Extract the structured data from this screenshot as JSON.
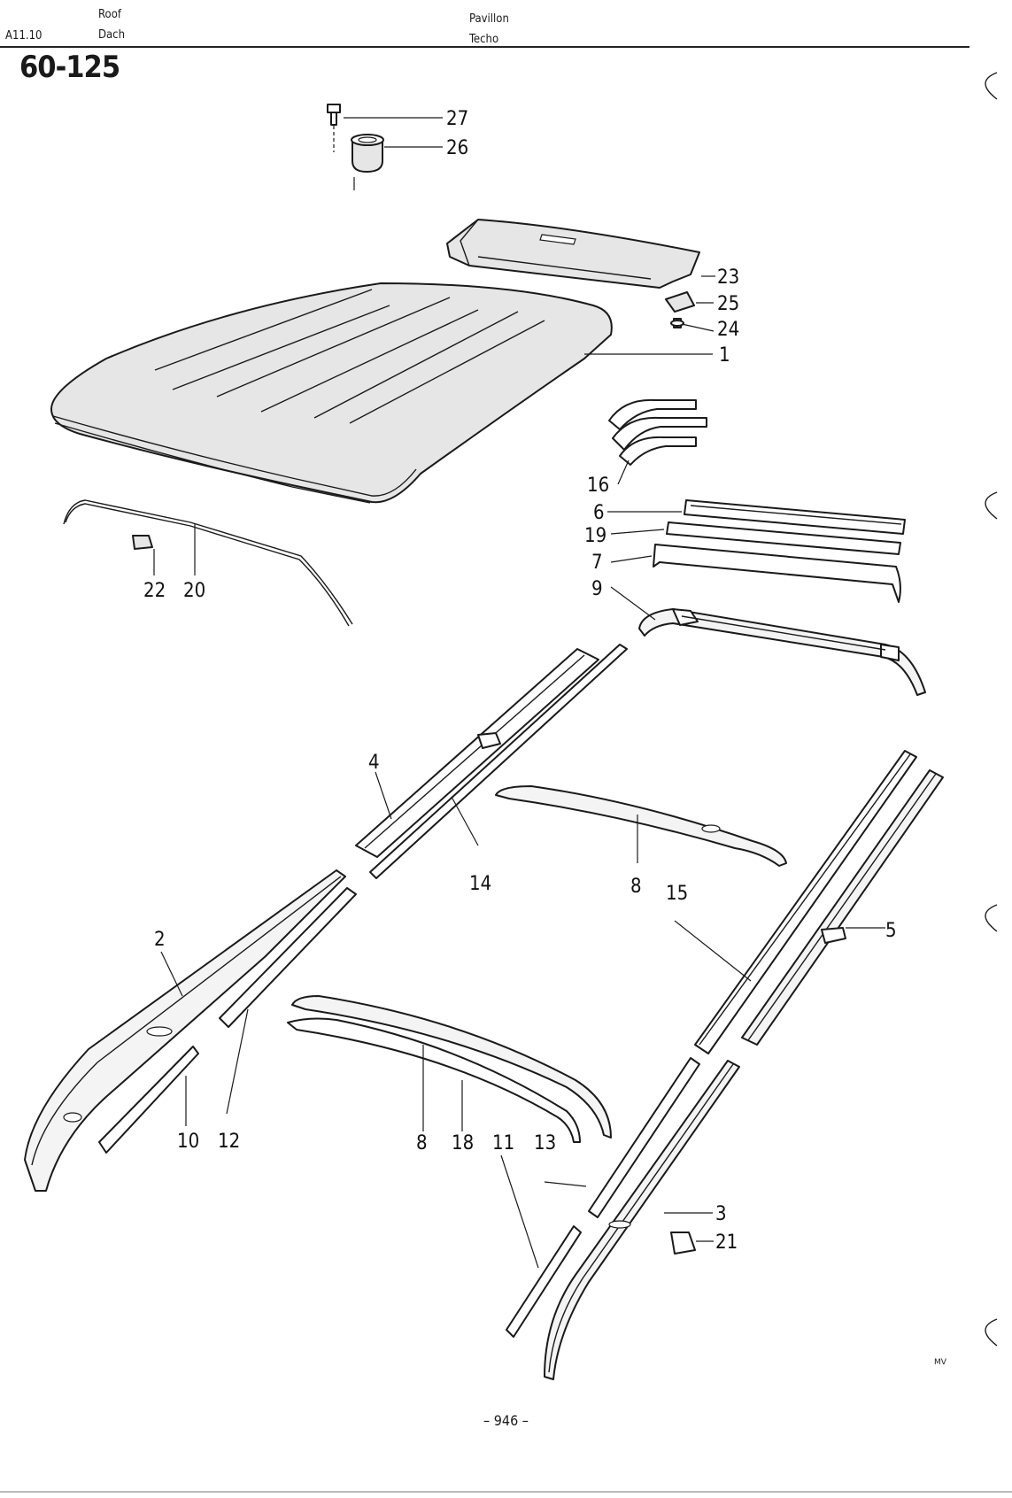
{
  "header": {
    "section_code": "A11.10",
    "title_en": "Roof",
    "title_de": "Dach",
    "title_fr": "Pavillon",
    "title_es": "Techo"
  },
  "group_number": "60-125",
  "page_number": "– 946 –",
  "artist_mark": "MV",
  "parts": {
    "roof_panel": "1",
    "side_rail_left": "2",
    "side_rail_right": "3",
    "front_rail_reinforcement": "4",
    "rear_rail_right": "5",
    "strip_6": "6",
    "strip_7": "7",
    "roof_bow": "8",
    "roof_bow_lower": "8",
    "rear_header": "9",
    "bracket_10": "10",
    "bracket_11": "11",
    "bracket_12": "12",
    "bracket_13": "13",
    "reinforcement_14": "14",
    "reinforcement_15": "15",
    "corner_piece": "16",
    "bow_18": "18",
    "strip_19": "19",
    "drip_moulding": "20",
    "clip_21": "21",
    "clip_22": "22",
    "rear_panel": "23",
    "screw_24": "24",
    "nut_25": "25",
    "grommet_26": "26",
    "bolt_27": "27"
  }
}
